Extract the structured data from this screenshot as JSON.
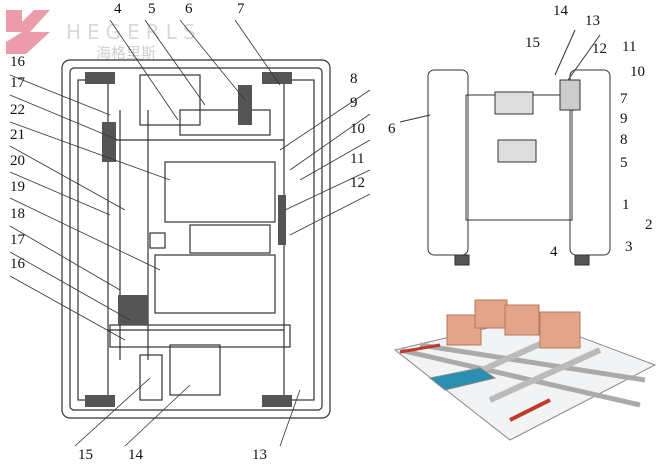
{
  "logo": {
    "en": "HEGERLS",
    "cn": "海格里斯",
    "color": "#e8899a"
  },
  "left_view": {
    "top_labels": [
      "4",
      "5",
      "6",
      "7"
    ],
    "left_labels": [
      "16",
      "17",
      "22",
      "21",
      "20",
      "19",
      "18",
      "17",
      "16"
    ],
    "right_labels": [
      "8",
      "9",
      "10",
      "11",
      "12"
    ],
    "bottom_labels": [
      "15",
      "14",
      "13"
    ]
  },
  "right_view": {
    "labels": [
      "14",
      "13",
      "15",
      "12",
      "11",
      "10",
      "6",
      "7",
      "9",
      "8",
      "5",
      "1",
      "2",
      "3",
      "4"
    ]
  },
  "colors": {
    "line": "#333333",
    "box": "#e3a58a",
    "rail": "#c9ccd0",
    "shuttle": "#2a8fb0",
    "accent": "#c0392b"
  }
}
